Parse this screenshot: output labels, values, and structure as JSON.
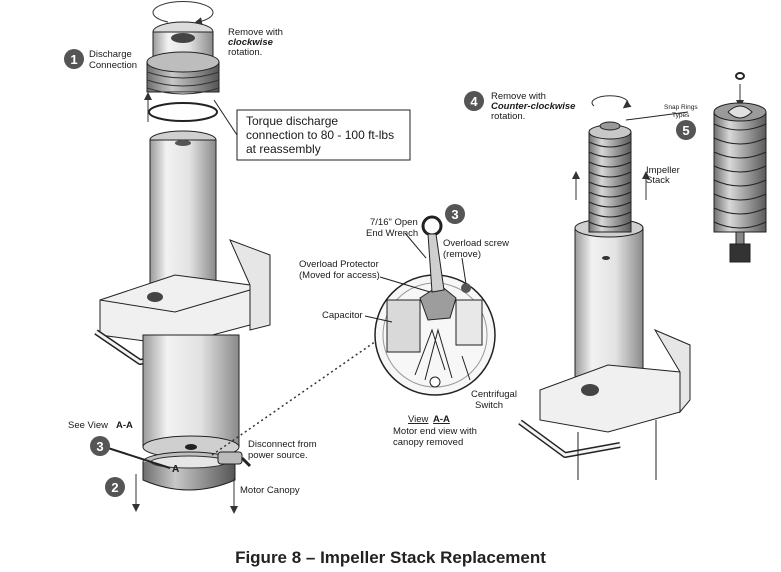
{
  "callouts": {
    "c1": "1",
    "c2": "2",
    "c3": "3",
    "c3b": "3",
    "c4": "4",
    "c5": "5"
  },
  "labels": {
    "discharge_l1": "Discharge",
    "discharge_l2": "Connection",
    "remove_cw_l1": "Remove with",
    "remove_cw_l2": "clockwise",
    "remove_cw_l3": "rotation.",
    "torque_l1": "Torque discharge",
    "torque_l2": "connection to 80 - 100 ft-lbs",
    "torque_l3": "at reassembly",
    "remove_ccw_l1": "Remove with",
    "remove_ccw_l2": "Counter-clockwise",
    "remove_ccw_l3": "rotation.",
    "snap_rings_l1": "Snap Rings",
    "snap_rings_l2": "Types",
    "impeller_l1": "Impeller",
    "impeller_l2": "Stack",
    "wrench_l1": "7/16\" Open",
    "wrench_l2": "End Wrench",
    "overload_screw_l1": "Overload screw",
    "overload_screw_l2": "(remove)",
    "overload_prot_l1": "Overload Protector",
    "overload_prot_l2": "(Moved for access)",
    "capacitor": "Capacitor",
    "centrifugal_l1": "Centrifugal",
    "centrifugal_l2": "Switch",
    "view_word": "View",
    "view_aa": "A-A",
    "motor_end_l1": "Motor end view with",
    "motor_end_l2": "canopy removed",
    "see_view": "See View",
    "see_view_aa": "A-A",
    "a_marker": "A",
    "disconnect_l1": "Disconnect from",
    "disconnect_l2": "power source.",
    "motor_canopy": "Motor Canopy"
  },
  "caption": "Figure 8 – Impeller Stack Replacement"
}
